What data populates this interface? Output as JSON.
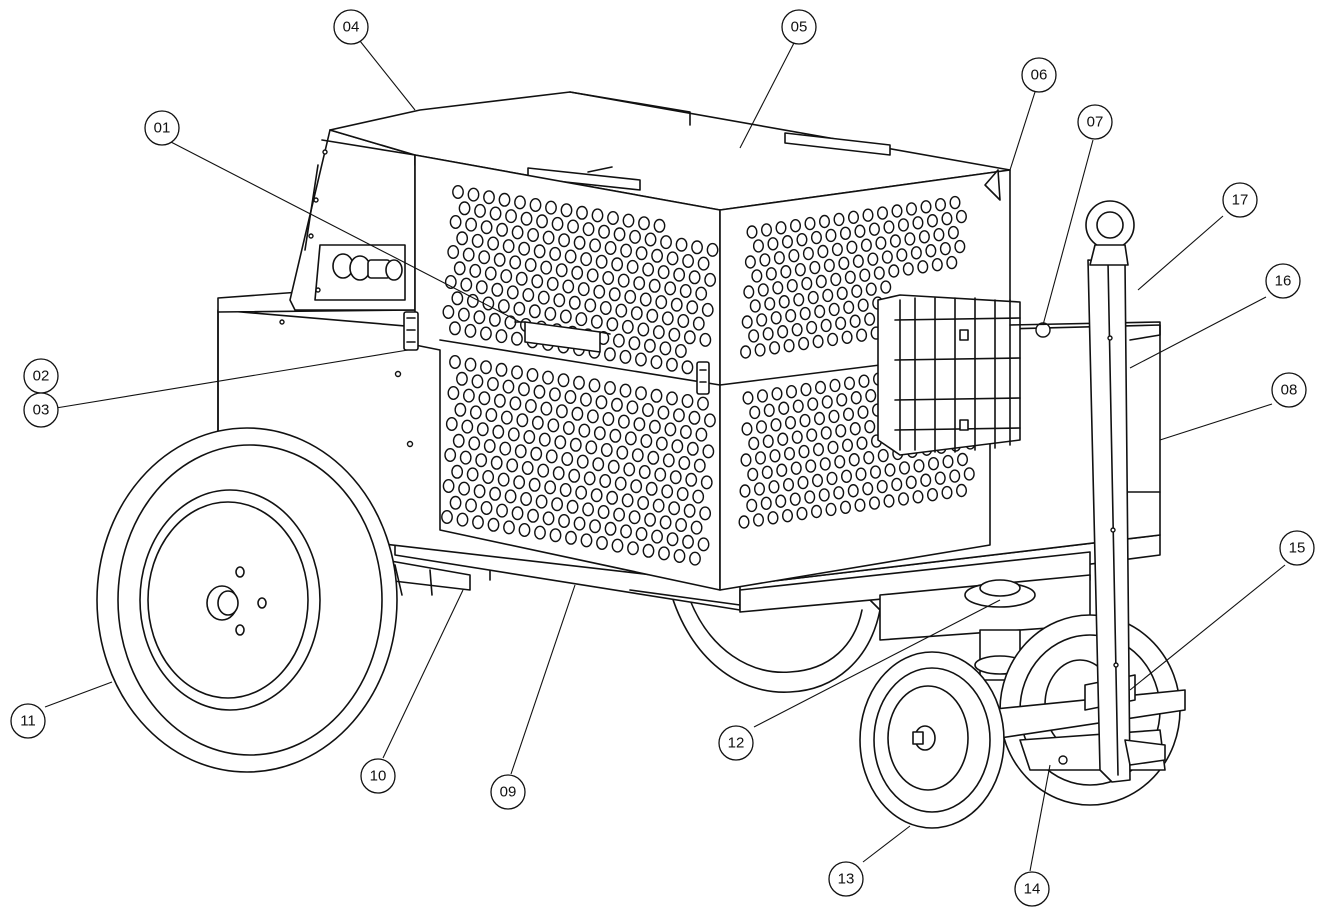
{
  "callouts": [
    {
      "id": "01",
      "label": "01"
    },
    {
      "id": "02",
      "label": "02"
    },
    {
      "id": "03",
      "label": "03"
    },
    {
      "id": "04",
      "label": "04"
    },
    {
      "id": "05",
      "label": "05"
    },
    {
      "id": "06",
      "label": "06"
    },
    {
      "id": "07",
      "label": "07"
    },
    {
      "id": "08",
      "label": "08"
    },
    {
      "id": "09",
      "label": "09"
    },
    {
      "id": "10",
      "label": "10"
    },
    {
      "id": "11",
      "label": "11"
    },
    {
      "id": "12",
      "label": "12"
    },
    {
      "id": "13",
      "label": "13"
    },
    {
      "id": "14",
      "label": "14"
    },
    {
      "id": "15",
      "label": "15"
    },
    {
      "id": "16",
      "label": "16"
    },
    {
      "id": "17",
      "label": "17"
    }
  ]
}
